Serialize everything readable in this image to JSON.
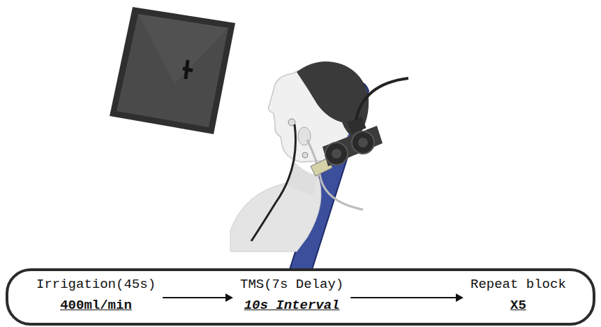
{
  "diagram": {
    "nodes": [
      {
        "text": [
          "Irrigation(45s)",
          "400ml/min"
        ]
      },
      {
        "text": [
          "TMS(7s Delay)",
          "10s Interval"
        ]
      },
      {
        "text": [
          "Repeat block",
          "X5"
        ]
      }
    ],
    "edges": [
      {
        "from": 0,
        "to": 1,
        "arrow": "to"
      },
      {
        "from": 1,
        "to": 2,
        "arrow": "to"
      }
    ]
  }
}
